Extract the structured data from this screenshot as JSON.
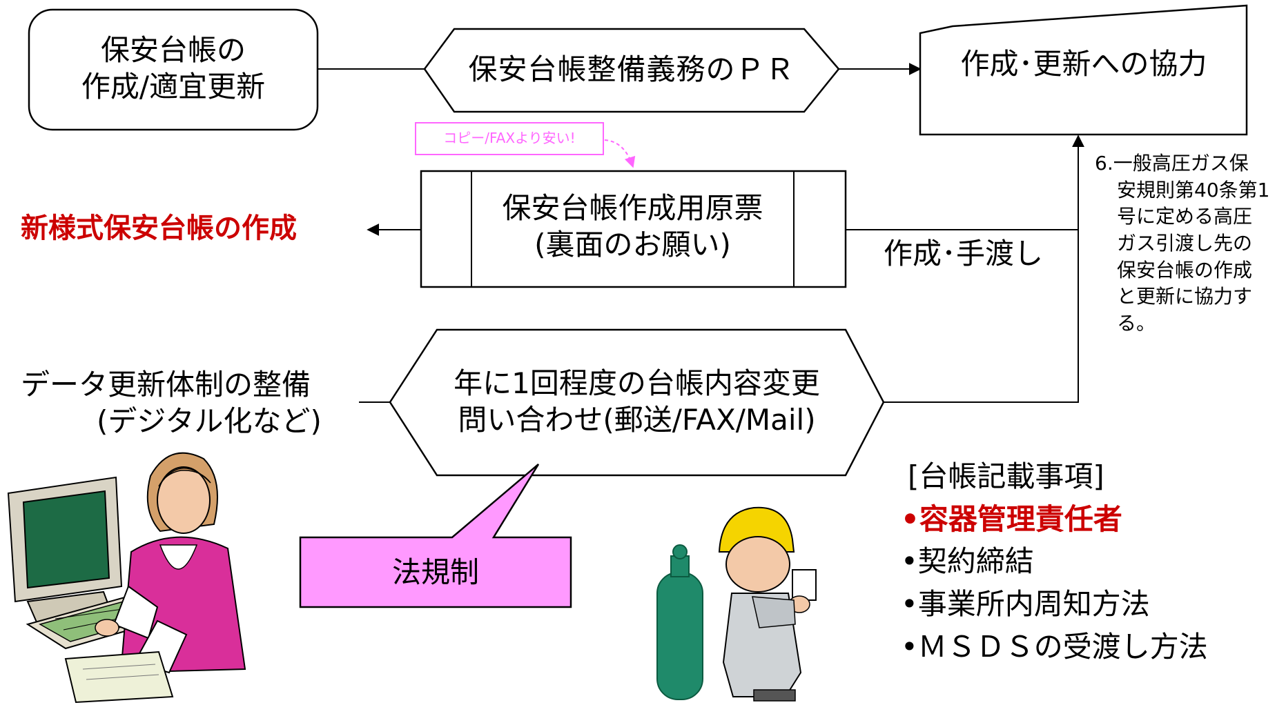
{
  "diagram": {
    "ledger_box": {
      "line1": "保安台帳の",
      "line2": "作成/適宜更新"
    },
    "pr_box": "保安台帳整備義務のＰＲ",
    "cooperation_box": "作成･更新への協力",
    "note": {
      "line1": "6.一般高圧ガス保",
      "line2": "安規則第40条第1",
      "line3": "号に定める高圧",
      "line4": "ガス引渡し先の",
      "line5": "保安台帳の作成",
      "line6": "と更新に協力す",
      "line7": "る。"
    },
    "cheaper_tag": "コピー/FAXより安い!",
    "original_form_box": {
      "line1": "保安台帳作成用原票",
      "line2": "(裏面のお願い)"
    },
    "new_ledger": "新様式保安台帳の作成",
    "handover_label": "作成･手渡し",
    "data_update": {
      "line1": "データ更新体制の整備",
      "line2": "(デジタル化など)"
    },
    "inquiry_box": {
      "line1": "年に1回程度の台帳内容変更",
      "line2": "問い合わせ(郵送/FAX/Mail)"
    },
    "law_callout": "法規制",
    "ledger_items": {
      "heading": "[台帳記載事項]",
      "items": [
        "•容器管理責任者",
        "•契約締結",
        "•事業所内周知方法",
        "•ＭＳＤＳの受渡し方法"
      ]
    }
  },
  "colors": {
    "red_text": "#cc0000",
    "callout_fill": "#ff99ff",
    "pink_tag": "#ff66ff",
    "cylinder": "#1f8a6a"
  }
}
